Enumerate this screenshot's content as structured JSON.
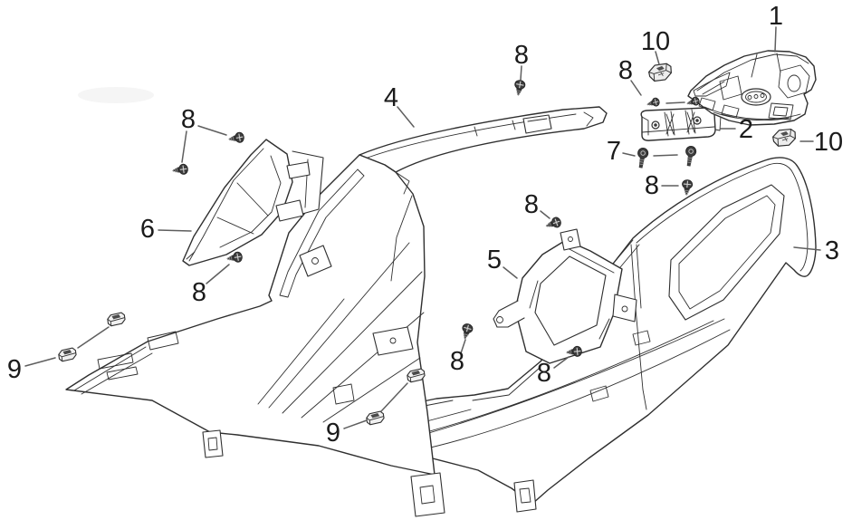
{
  "diagram": {
    "colors": {
      "background": "#ffffff",
      "line": "#2f2f2f",
      "leader": "#5e5e5e",
      "label": "#1b1b1b",
      "fastener_fill": "#3d3d3d"
    },
    "parts": [
      {
        "number": "1",
        "name": "tail-light-assembly"
      },
      {
        "number": "2",
        "name": "tail-light-bracket"
      },
      {
        "number": "3",
        "name": "right-rear-side-panel"
      },
      {
        "number": "4",
        "name": "left-rear-side-panel"
      },
      {
        "number": "5",
        "name": "right-inner-cover"
      },
      {
        "number": "6",
        "name": "left-inner-cover"
      },
      {
        "number": "7",
        "name": "bolt"
      },
      {
        "number": "8",
        "name": "screw"
      },
      {
        "number": "9",
        "name": "clip"
      },
      {
        "number": "10",
        "name": "square-clip-nut"
      }
    ],
    "callouts": {
      "c1": "1",
      "c2": "2",
      "c3": "3",
      "c4": "4",
      "c5": "5",
      "c6": "6",
      "c7": "7",
      "c8a": "8",
      "c8b": "8",
      "c8c": "8",
      "c8d": "8",
      "c8e": "8",
      "c8f": "8",
      "c8g": "8",
      "c8h": "8",
      "c9a": "9",
      "c9b": "9",
      "c10a": "10",
      "c10b": "10"
    }
  }
}
